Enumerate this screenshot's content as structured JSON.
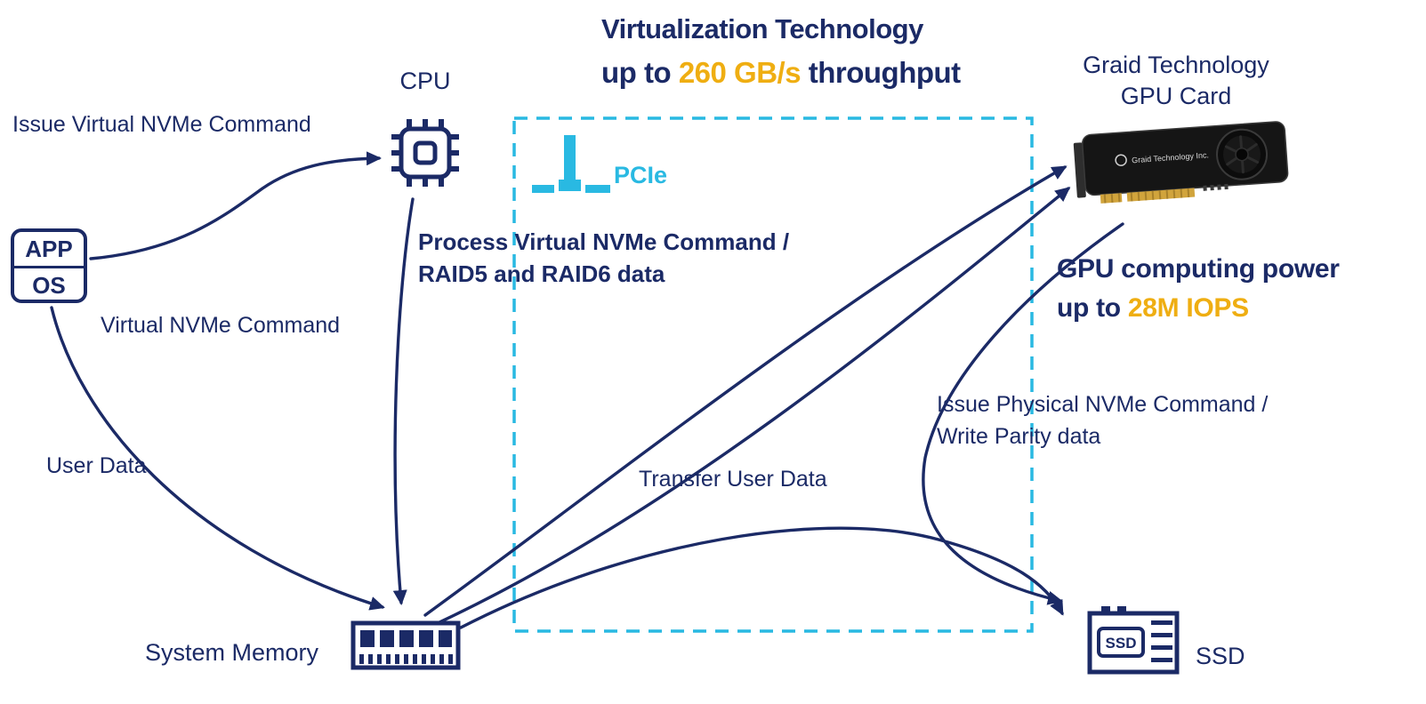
{
  "colors": {
    "navy": "#1b2a66",
    "gold": "#efae12",
    "cyan": "#29b9e2"
  },
  "title": {
    "line1": "Virtualization Technology",
    "line2_prefix": "up to ",
    "line2_highlight": "260 GB/s",
    "line2_suffix": " throughput"
  },
  "gpu": {
    "card_label_line1": "Graid Technology",
    "card_label_line2": "GPU Card",
    "brand_text": "Graid Technology Inc.",
    "power_line1": "GPU computing power",
    "power_line2_prefix": "up to ",
    "power_line2_highlight": "28M IOPS"
  },
  "nodes": {
    "app_top": "APP",
    "app_bottom": "OS",
    "cpu_label": "CPU",
    "system_memory_label": "System Memory",
    "pcie_label": "PCIe",
    "ssd_icon_text": "SSD",
    "ssd_label": "SSD"
  },
  "flow_labels": {
    "issue_virtual": "Issue Virtual NVMe Command",
    "virtual_command": "Virtual NVMe Command",
    "user_data": "User Data",
    "process_line1": "Process Virtual NVMe Command /",
    "process_line2": "RAID5 and RAID6 data",
    "transfer_user_data": "Transfer User Data",
    "issue_physical_line1": "Issue Physical NVMe Command /",
    "issue_physical_line2": "Write Parity data"
  }
}
